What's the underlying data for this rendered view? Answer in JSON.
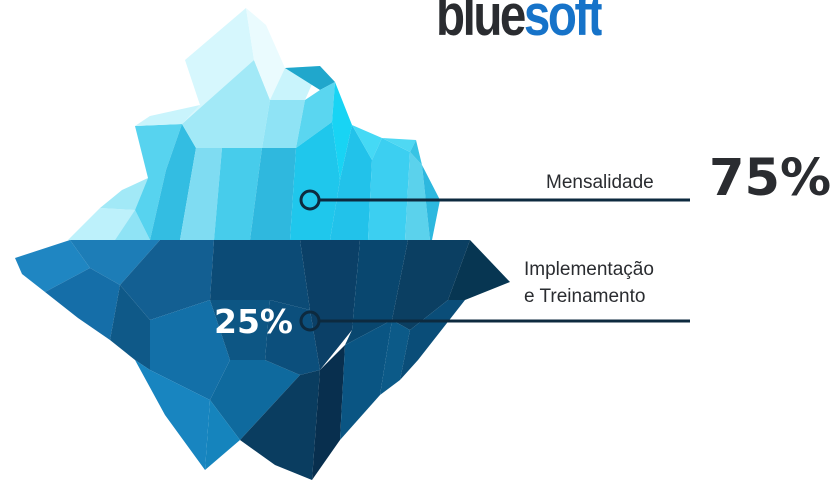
{
  "logo": {
    "part1": "blue",
    "part2": "soft"
  },
  "above_water": {
    "label": "Mensalidade",
    "percent": "75%"
  },
  "below_water": {
    "label_line1": "Implementação",
    "label_line2": "e Treinamento",
    "percent": "25%"
  },
  "colors": {
    "logo_dark": "#2a2c30",
    "logo_blue": "#1673c9",
    "ice_light": "#bdf1fb",
    "ice_mid": "#28c6e8",
    "underwater_dark": "#064a70",
    "text": "#2a2c30"
  }
}
